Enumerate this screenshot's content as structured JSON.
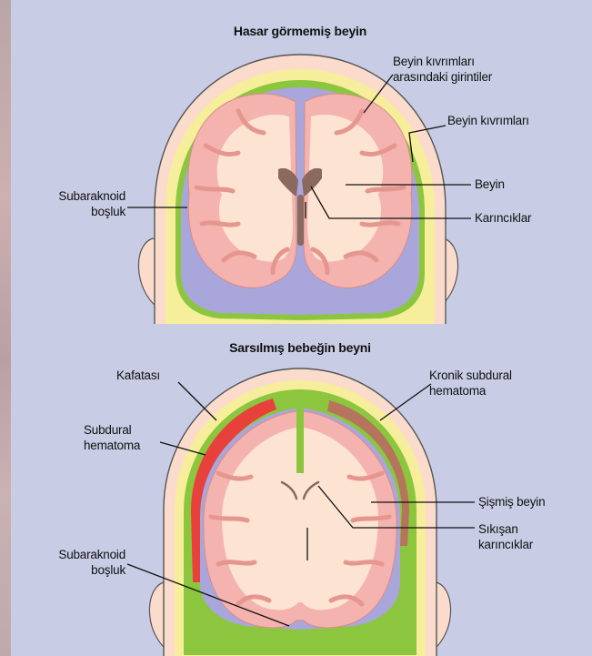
{
  "top_diagram": {
    "title": "Hasar görmemiş beyin",
    "labels": {
      "sulci_line1": "Beyin kıvrımları",
      "sulci_line2": "arasındaki girintiler",
      "gyri": "Beyin kıvrımları",
      "brain": "Beyin",
      "ventricles": "Karıncıklar",
      "subarachnoid_line1": "Subaraknoid",
      "subarachnoid_line2": "boşluk"
    }
  },
  "bottom_diagram": {
    "title": "Sarsılmış bebeğin beyni",
    "labels": {
      "skull": "Kafatası",
      "chronic_line1": "Kronik subdural",
      "chronic_line2": "hematoma",
      "subdural_line1": "Subdural",
      "subdural_line2": "hematoma",
      "swollen_brain": "Şişmiş beyin",
      "compressed_line1": "Sıkışan",
      "compressed_line2": "karıncıklar",
      "subarachnoid_line1": "Subaraknoid",
      "subarachnoid_line2": "boşluk"
    }
  },
  "colors": {
    "background": "#c8cce4",
    "skin": "#fbdccc",
    "skull_bone": "#f6ee9a",
    "dura": "#8cc63f",
    "csf": "#a9a6dc",
    "brain": "#f4b3ae",
    "white_matter": "#fde3d2",
    "ventricles": "#8a6a5e",
    "hematoma": "#e8403a"
  }
}
